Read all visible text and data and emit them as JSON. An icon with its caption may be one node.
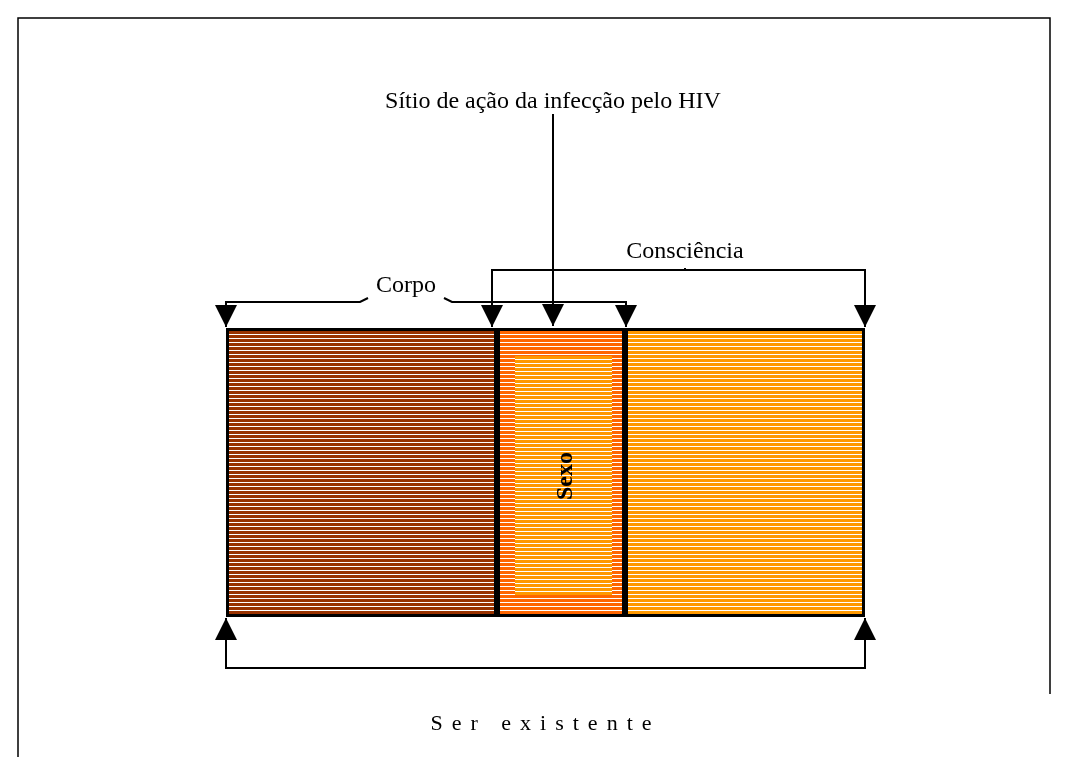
{
  "diagram": {
    "nodes": [
      {
        "text": [
          "Sítio de ação da infecção pelo HIV"
        ]
      },
      {
        "text": [
          "Corpo"
        ]
      },
      {
        "text": [
          "Consciência"
        ]
      },
      {
        "text": [
          "Ser existente"
        ]
      },
      {
        "text": [],
        "shape": "box"
      },
      {
        "text": [],
        "shape": "box"
      },
      {
        "text": [
          "Sexo"
        ],
        "in": 5
      },
      {
        "text": [],
        "shape": "box"
      }
    ],
    "edges": [
      {
        "from": 0,
        "to": 5,
        "arrow": "to"
      },
      {
        "from": 1,
        "to": 4,
        "arrow": "to"
      },
      {
        "from": 1,
        "to": 5,
        "arrow": "to"
      },
      {
        "from": 2,
        "to": 5,
        "arrow": "to"
      },
      {
        "from": 2,
        "to": 7,
        "arrow": "to"
      },
      {
        "from": 3,
        "to": 4,
        "arrow": "to"
      },
      {
        "from": 3,
        "to": 7,
        "arrow": "to"
      }
    ]
  }
}
